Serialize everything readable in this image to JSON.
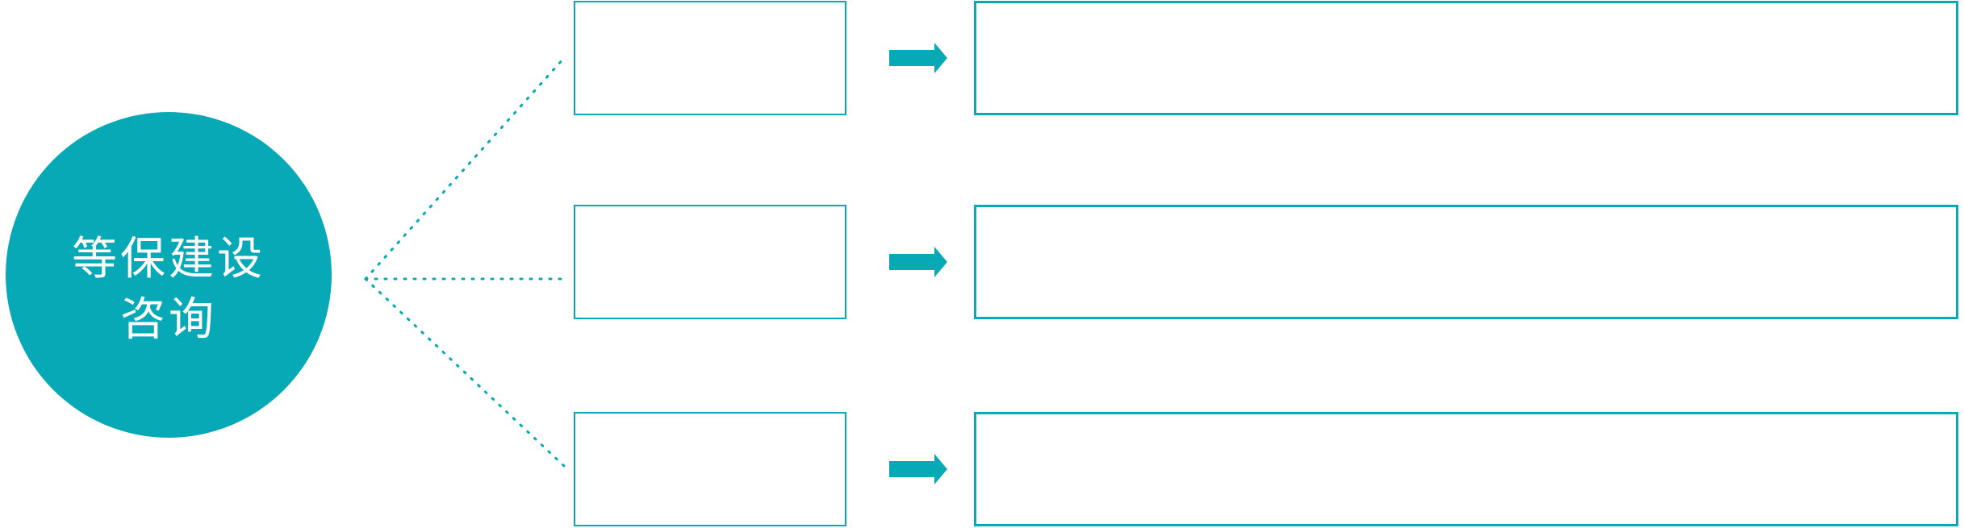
{
  "diagram": {
    "hub": {
      "label_line1": "等保建设",
      "label_line2": "咨询",
      "full_label": "等保建设咨询"
    },
    "rows": [
      {
        "source_label": "",
        "target_label": ""
      },
      {
        "source_label": "",
        "target_label": ""
      },
      {
        "source_label": "",
        "target_label": ""
      }
    ],
    "icons": {
      "connector_arrow": "right-arrow-icon",
      "connector_line_style": "dotted"
    },
    "colors": {
      "accent_teal": "#07a9b6",
      "hub_text": "#ffffff",
      "background": "#ffffff"
    }
  }
}
